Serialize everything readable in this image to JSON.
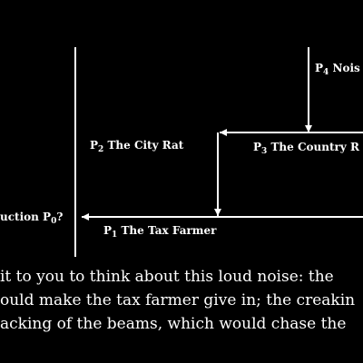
{
  "diagram": {
    "nodes": {
      "p4": {
        "letter": "P",
        "sub": "4",
        "rest": " Nois"
      },
      "p2": {
        "letter": "P",
        "sub": "2",
        "rest": " The City Rat"
      },
      "p3": {
        "letter": "P",
        "sub": "3",
        "rest": " The Country R"
      },
      "p1": {
        "letter": "P",
        "sub": "1",
        "rest": " The Tax Farmer"
      },
      "p0": {
        "prefix": "uction P",
        "sub": "0",
        "rest": "?"
      }
    }
  },
  "body_text": [
    "it to you to think about this loud noise: the",
    "ould make the tax farmer give in; the creakin",
    "acking of the beams, which would chase the"
  ]
}
